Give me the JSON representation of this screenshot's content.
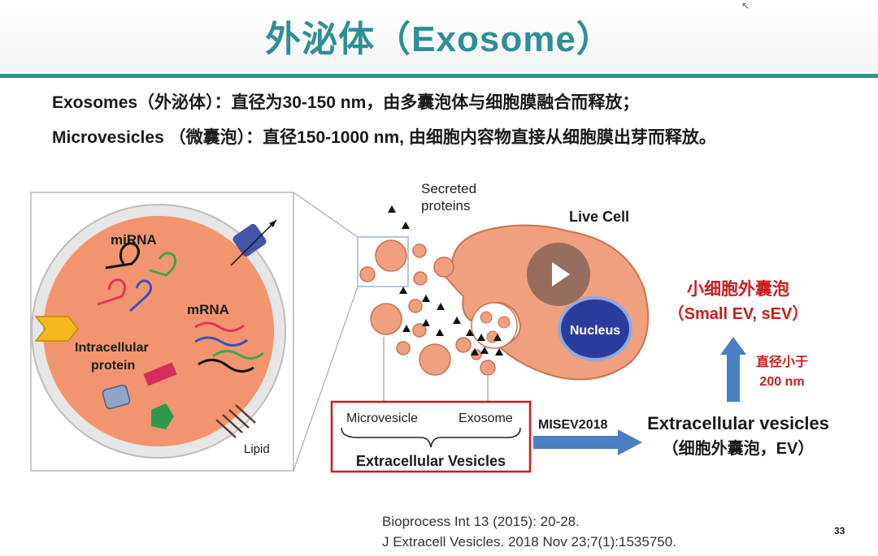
{
  "slide": {
    "title": "外泌体（Exosome）",
    "bullets": [
      "Exosomes（外泌体）：直径为30-150 nm，由多囊泡体与细胞膜融合而释放；",
      "Microvesicles （微囊泡）：直径150-1000 nm, 由细胞内容物直接从细胞膜出芽而释放。"
    ],
    "page_number": "33",
    "references": [
      "Bioprocess Int 13 (2015): 20-28.",
      "J Extracell Vesicles. 2018 Nov 23;7(1):1535750."
    ]
  },
  "figure": {
    "vesicle_labels": {
      "mirna": "miRNA",
      "mrna": "mRNA",
      "intracellular_1": "Intracellular",
      "intracellular_2": "protein",
      "lipid": "Lipid"
    },
    "cell_labels": {
      "secreted_1": "Secreted",
      "secreted_2": "proteins",
      "live_cell": "Live Cell",
      "nucleus": "Nucleus"
    },
    "box_labels": {
      "microvesicle": "Microvesicle",
      "exosome": "Exosome",
      "ev": "Extracellular Vesicles"
    },
    "arrow_label": "MISEV2018",
    "ev_title": "Extracellular vesicles",
    "ev_cn": "（细胞外囊泡，EV）",
    "sev_cn": "小细胞外囊泡",
    "sev_en": "（Small EV, sEV）",
    "size_line1": "直径小于",
    "size_line2": "200 nm",
    "colors": {
      "title": "#2f8e96",
      "rule": "#2a8f9a",
      "cell_fill": "#f0a07e",
      "nucleus": "#2b3d9c",
      "accent_red": "#cc1b1b",
      "arrow_blue": "#4a7fc1"
    }
  },
  "video": {
    "play_icon": "play-icon"
  }
}
